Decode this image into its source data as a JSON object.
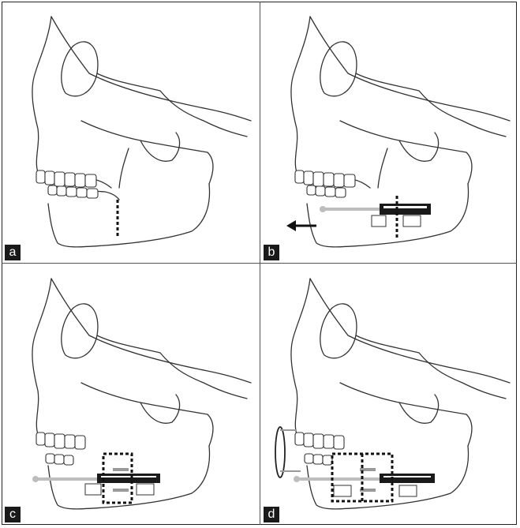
{
  "panels": [
    {
      "id": "a",
      "label": "a"
    },
    {
      "id": "b",
      "label": "b"
    },
    {
      "id": "c",
      "label": "c"
    },
    {
      "id": "d",
      "label": "d"
    }
  ],
  "colors": {
    "line": "#333333",
    "device": "#1a1a1a",
    "device_light": "#bdbdbd",
    "cut": "#111111"
  }
}
